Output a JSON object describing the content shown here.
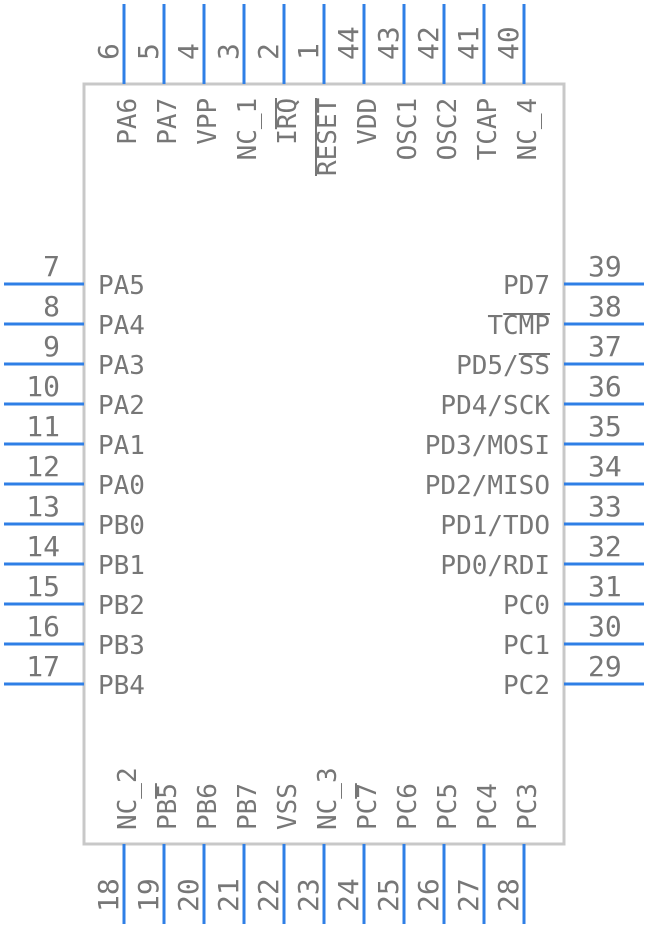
{
  "pins": {
    "top": [
      {
        "num": "6",
        "name": "PA6"
      },
      {
        "num": "5",
        "name": "PA7"
      },
      {
        "num": "4",
        "name": "VPP"
      },
      {
        "num": "3",
        "name": "NC_1"
      },
      {
        "num": "2",
        "name": "IRQ"
      },
      {
        "num": "1",
        "name": "RESET"
      },
      {
        "num": "44",
        "name": "VDD"
      },
      {
        "num": "43",
        "name": "OSC1"
      },
      {
        "num": "42",
        "name": "OSC2"
      },
      {
        "num": "41",
        "name": "TCAP"
      },
      {
        "num": "40",
        "name": "NC_4"
      }
    ],
    "left": [
      {
        "num": "7",
        "name": "PA5"
      },
      {
        "num": "8",
        "name": "PA4"
      },
      {
        "num": "9",
        "name": "PA3"
      },
      {
        "num": "10",
        "name": "PA2"
      },
      {
        "num": "11",
        "name": "PA1"
      },
      {
        "num": "12",
        "name": "PA0"
      },
      {
        "num": "13",
        "name": "PB0"
      },
      {
        "num": "14",
        "name": "PB1"
      },
      {
        "num": "15",
        "name": "PB2"
      },
      {
        "num": "16",
        "name": "PB3"
      },
      {
        "num": "17",
        "name": "PB4"
      }
    ],
    "right": [
      {
        "num": "39",
        "name": "PD7"
      },
      {
        "num": "38",
        "name": "TCMP"
      },
      {
        "num": "37",
        "name": "PD5/SS"
      },
      {
        "num": "36",
        "name": "PD4/SCK"
      },
      {
        "num": "35",
        "name": "PD3/MOSI"
      },
      {
        "num": "34",
        "name": "PD2/MISO"
      },
      {
        "num": "33",
        "name": "PD1/TDO"
      },
      {
        "num": "32",
        "name": "PD0/RDI"
      },
      {
        "num": "31",
        "name": "PC0"
      },
      {
        "num": "30",
        "name": "PC1"
      },
      {
        "num": "29",
        "name": "PC2"
      }
    ],
    "bottom": [
      {
        "num": "18",
        "name": "NC_2"
      },
      {
        "num": "19",
        "name": "PB5"
      },
      {
        "num": "20",
        "name": "PB6"
      },
      {
        "num": "21",
        "name": "PB7"
      },
      {
        "num": "22",
        "name": "VSS"
      },
      {
        "num": "23",
        "name": "NC_3"
      },
      {
        "num": "24",
        "name": "PC7"
      },
      {
        "num": "25",
        "name": "PC6"
      },
      {
        "num": "26",
        "name": "PC5"
      },
      {
        "num": "27",
        "name": "PC4"
      },
      {
        "num": "28",
        "name": "PC3"
      }
    ]
  },
  "colors": {
    "pin": "#2f7fe6",
    "body_outline": "#c8c8c8",
    "text": "#777777"
  }
}
